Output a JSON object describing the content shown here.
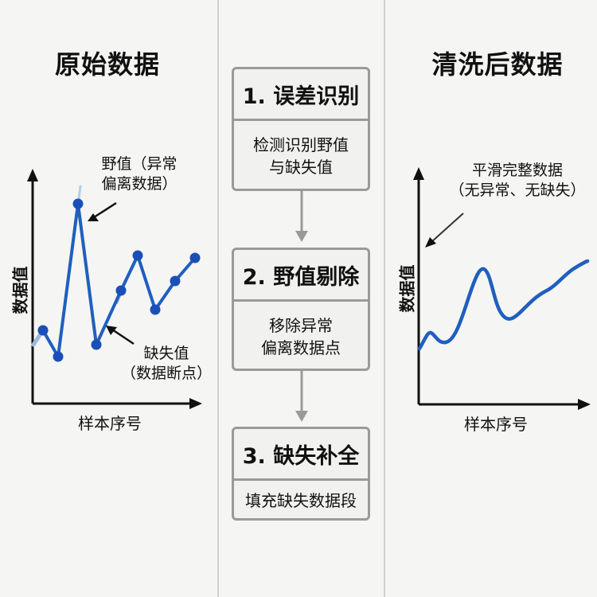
{
  "panels": {
    "raw": {
      "title": "原始数据",
      "outlier_note": [
        "野值（异常",
        "偏离数据）"
      ],
      "missing_note": [
        "缺失值",
        "（数据断点）"
      ],
      "x_label": "样本序号",
      "y_label": "数据值"
    },
    "process": {
      "steps": [
        {
          "title": "1. 误差识别",
          "desc": [
            "检测识别野值",
            "与缺失值"
          ]
        },
        {
          "title": "2. 野值剔除",
          "desc": [
            "移除异常",
            "偏离数据点"
          ]
        },
        {
          "title": "3. 缺失补全",
          "desc": [
            "填充缺失数据段"
          ]
        }
      ]
    },
    "clean": {
      "title": "清洗后数据",
      "note": [
        "平滑完整数据",
        "（无异常、无缺失）"
      ],
      "x_label": "样本序号",
      "y_label": "数据值"
    }
  },
  "colors": {
    "line": "#1f5fbf",
    "marker": "#1a4fb8",
    "axis": "#111111",
    "box_border": "#9a9a9a",
    "divider": "#cfcfcf",
    "background": "#f5f5f3"
  },
  "chart_data": [
    {
      "type": "line",
      "title": "原始数据",
      "xlabel": "样本序号",
      "ylabel": "数据值",
      "grid": false,
      "x": [
        1,
        2,
        3,
        4,
        5,
        6,
        7,
        8,
        9
      ],
      "series": [
        {
          "name": "原始数据",
          "values": [
            40,
            25,
            100,
            30,
            58,
            75,
            48,
            63,
            74
          ]
        }
      ],
      "annotations": [
        {
          "text": "野值（异常偏离数据）",
          "target_x": 3
        },
        {
          "text": "缺失值（数据断点）",
          "target_x": 4.5
        }
      ],
      "ylim": [
        0,
        120
      ]
    },
    {
      "type": "line",
      "title": "清洗后数据",
      "xlabel": "样本序号",
      "ylabel": "数据值",
      "grid": false,
      "x": [
        0,
        1,
        2,
        3,
        4,
        5,
        6,
        7,
        8,
        9,
        10
      ],
      "series": [
        {
          "name": "清洗后数据",
          "values": [
            30,
            38,
            35,
            55,
            78,
            58,
            48,
            57,
            65,
            72,
            80
          ]
        }
      ],
      "annotations": [
        {
          "text": "平滑完整数据（无异常、无缺失）"
        }
      ],
      "ylim": [
        0,
        120
      ]
    }
  ]
}
